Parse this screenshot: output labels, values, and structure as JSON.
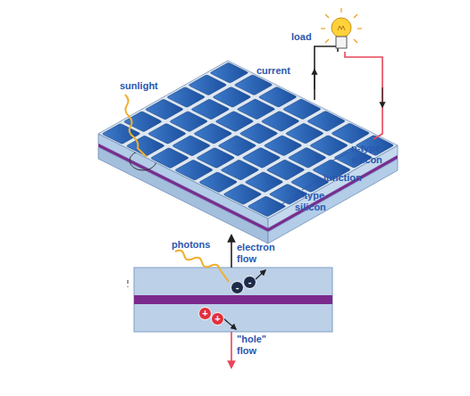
{
  "diagram": {
    "labels": [
      "load",
      "current",
      "sunlight",
      "n-type silicon",
      "junction",
      "p-type silicon",
      "photons",
      "electron flow",
      "\"hole\" flow",
      "-",
      "-",
      "+",
      "+"
    ]
  }
}
